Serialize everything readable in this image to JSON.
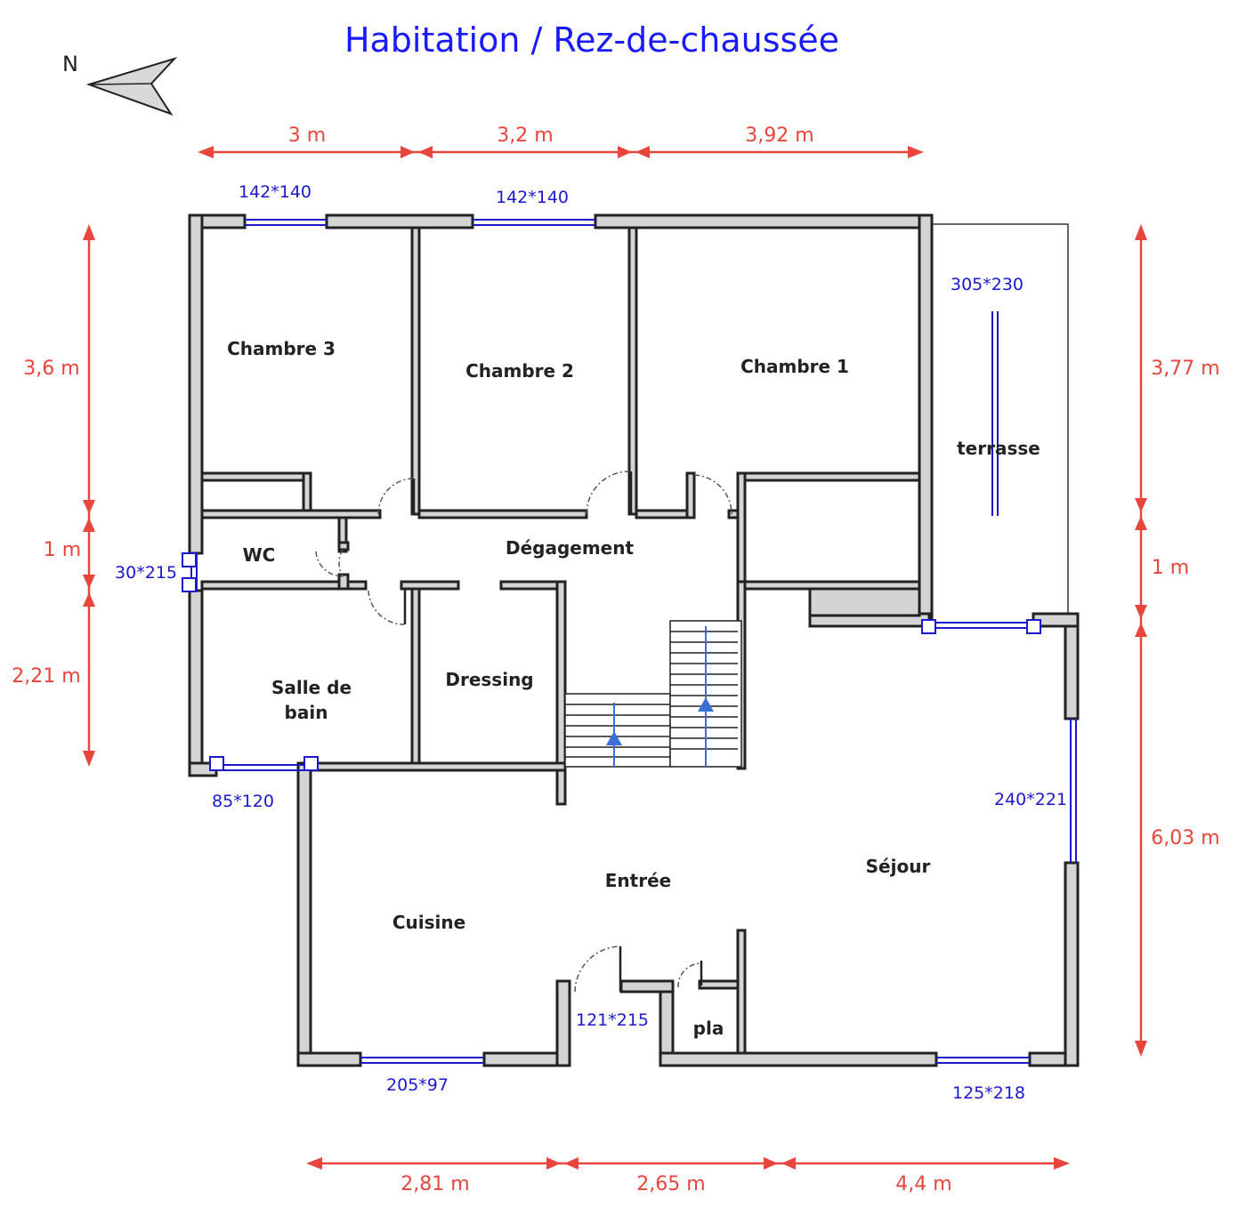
{
  "title": "Habitation / Rez-de-chaussée",
  "north_label": "N",
  "rooms": {
    "chambre3": "Chambre 3",
    "chambre2": "Chambre 2",
    "chambre1": "Chambre 1",
    "terrasse": "terrasse",
    "wc": "WC",
    "degagement": "Dégagement",
    "salle_de_bain_line1": "Salle de",
    "salle_de_bain_line2": "bain",
    "dressing": "Dressing",
    "entree": "Entrée",
    "sejour": "Séjour",
    "cuisine": "Cuisine",
    "pla": "pla"
  },
  "dimensions": {
    "top": [
      "3 m",
      "3,2 m",
      "3,92 m"
    ],
    "bottom": [
      "2,81 m",
      "2,65 m",
      "4,4 m"
    ],
    "left": [
      "3,6 m",
      "1 m",
      "2,21 m"
    ],
    "right": [
      "3,77 m",
      "1 m",
      "6,03 m"
    ]
  },
  "openings": {
    "window_chambre3": "142*140",
    "window_chambre2": "142*140",
    "window_terrasse": "305*230",
    "window_wc": "30*215",
    "window_sdb": "85*120",
    "window_sejour_east": "240*221",
    "door_entree": "121*215",
    "window_cuisine": "205*97",
    "window_sejour_south": "125*218"
  },
  "colors": {
    "title": "#1a1aff",
    "dimension": "#e8453c",
    "opening": "#1a1acc",
    "wall_fill": "#d4d4d4",
    "stair_arrow": "#3a6fd6"
  }
}
